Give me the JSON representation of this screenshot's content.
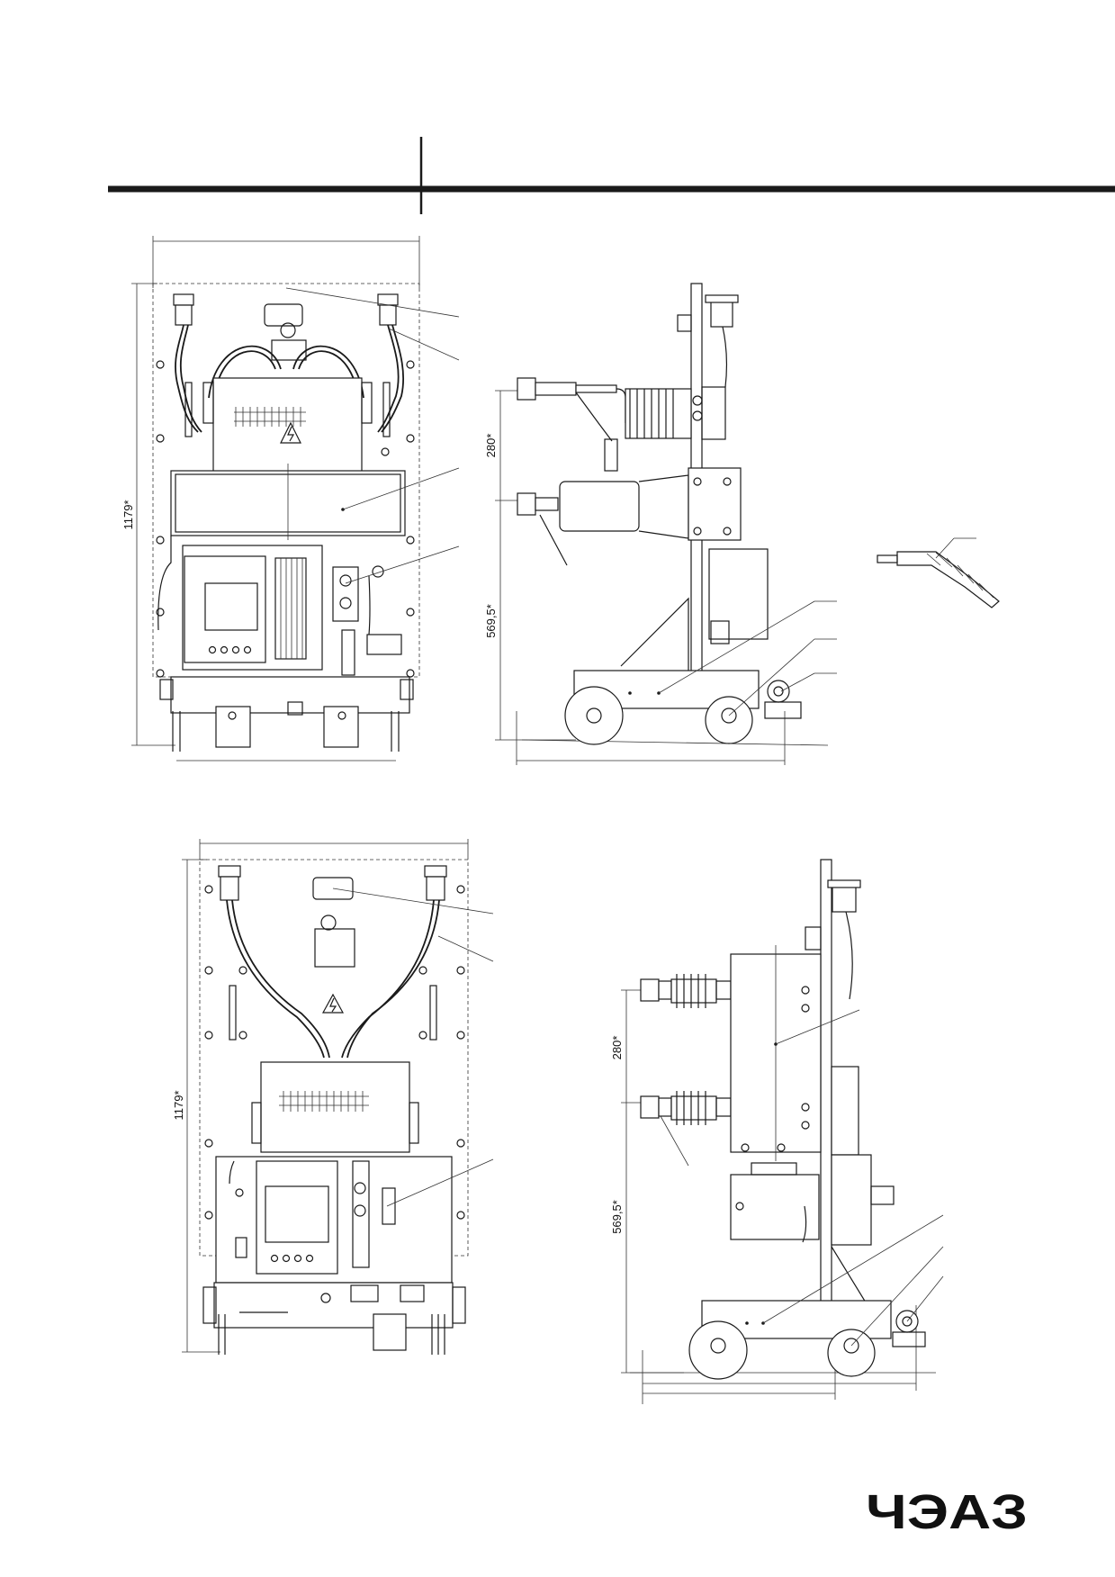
{
  "drawing": {
    "view_front_top": {
      "height_label": "1179*"
    },
    "view_side_top": {
      "upper_label": "280*",
      "lower_label": "569,5*"
    },
    "view_front_bottom": {
      "height_label": "1179*"
    },
    "view_side_bottom": {
      "upper_label": "280*",
      "lower_label": "569,5*"
    }
  },
  "logo": {
    "text": "ЧЭАЗ"
  },
  "colors": {
    "line": "#1a1a1a",
    "background": "#ffffff"
  }
}
